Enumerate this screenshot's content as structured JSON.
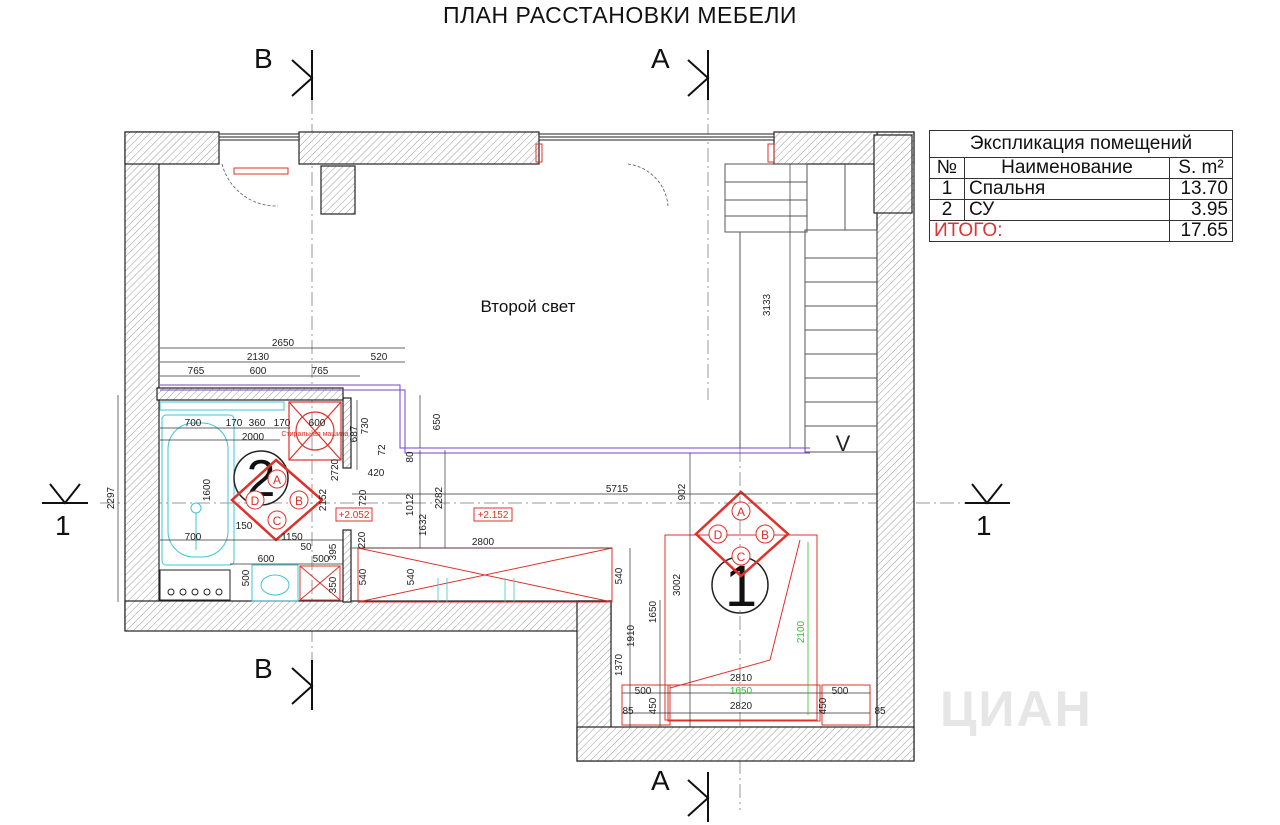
{
  "title": "ПЛАН РАССТАНОВКИ МЕБЕЛИ",
  "room_label": "Второй свет",
  "watermark": "ЦИАН",
  "legend": {
    "caption": "Экспликация помещений",
    "headers": [
      "№",
      "Наименование",
      "S. m²"
    ],
    "rows": [
      {
        "num": "1",
        "name": "Спальня",
        "area": "13.70"
      },
      {
        "num": "2",
        "name": "СУ",
        "area": "3.95"
      }
    ],
    "total_label": "ИТОГО:",
    "total_area": "17.65"
  },
  "section_marks": {
    "a": "А",
    "b": "В",
    "one": "1",
    "stair_arrow": "V"
  },
  "room_numbers": {
    "room1": "1",
    "room2": "2"
  },
  "letter_markers": [
    "A",
    "B",
    "C",
    "D"
  ],
  "levels": {
    "level1": "+2.152",
    "level2": "+2.052"
  },
  "washer_label": "Стиральная машина",
  "dimensions": {
    "d2650": "2650",
    "d2130": "2130",
    "d520": "520",
    "d765a": "765",
    "d600a": "600",
    "d765b": "765",
    "d700a": "700",
    "d170a": "170",
    "d360": "360",
    "d170b": "170",
    "d600b": "600",
    "d2000": "2000",
    "d1600": "1600",
    "d150": "150",
    "d1150": "1150",
    "d50": "50",
    "d700b": "700",
    "d600c": "600",
    "d500a": "500",
    "d500b": "500",
    "d2297": "2297",
    "d730": "730",
    "d687": "687",
    "d72": "72",
    "d420": "420",
    "d650": "650",
    "d80": "80",
    "d2720": "2720",
    "d2152": "2152",
    "d720": "720",
    "d1012": "1012",
    "d1632": "1632",
    "d2282": "2282",
    "d220": "220",
    "d395": "395",
    "d540a": "540",
    "d540b": "540",
    "d350": "350",
    "d2800": "2800",
    "d540c": "540",
    "d5715": "5715",
    "d902": "902",
    "d3133": "3133",
    "d3002": "3002",
    "d1650a": "1650",
    "d1910": "1910",
    "d1370": "1370",
    "d2100": "2100",
    "d2810": "2810",
    "d1650b": "1650",
    "d2820": "2820",
    "d500c": "500",
    "d500d": "500",
    "d450a": "450",
    "d450b": "450",
    "d85a": "85",
    "d85b": "85"
  },
  "colors": {
    "wall_hatch": "#bdbdbd",
    "red": "#e0302a",
    "cyan": "#39c7d6",
    "purple": "#7a3fd0",
    "green": "#2fc22f"
  }
}
